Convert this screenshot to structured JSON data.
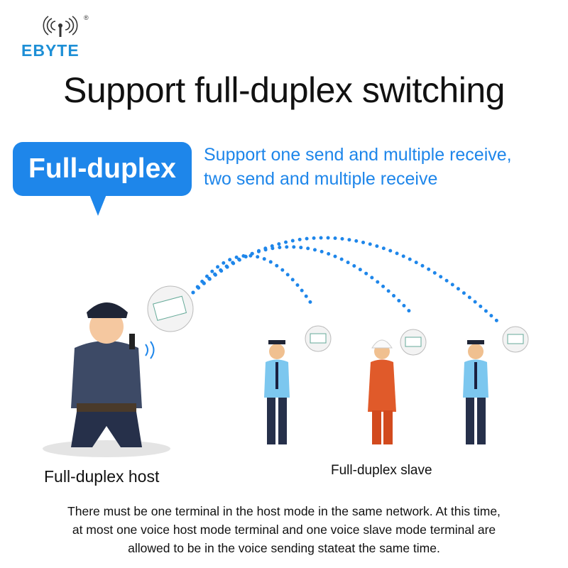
{
  "brand": {
    "name": "EBYTE",
    "registered": "®"
  },
  "title": "Support full-duplex switching",
  "badge": "Full-duplex",
  "description": [
    "Support one send and multiple receive,",
    "two send and multiple receive"
  ],
  "labels": {
    "host": "Full-duplex host",
    "slave": "Full-duplex slave"
  },
  "note": [
    "There must be one terminal in the host mode in the same network. At this time,",
    "at most one voice host mode terminal and one voice slave mode terminal are",
    "allowed to be in the voice sending stateat the same time."
  ],
  "colors": {
    "accent": "#1e86ea",
    "brand": "#1d8fd6"
  }
}
